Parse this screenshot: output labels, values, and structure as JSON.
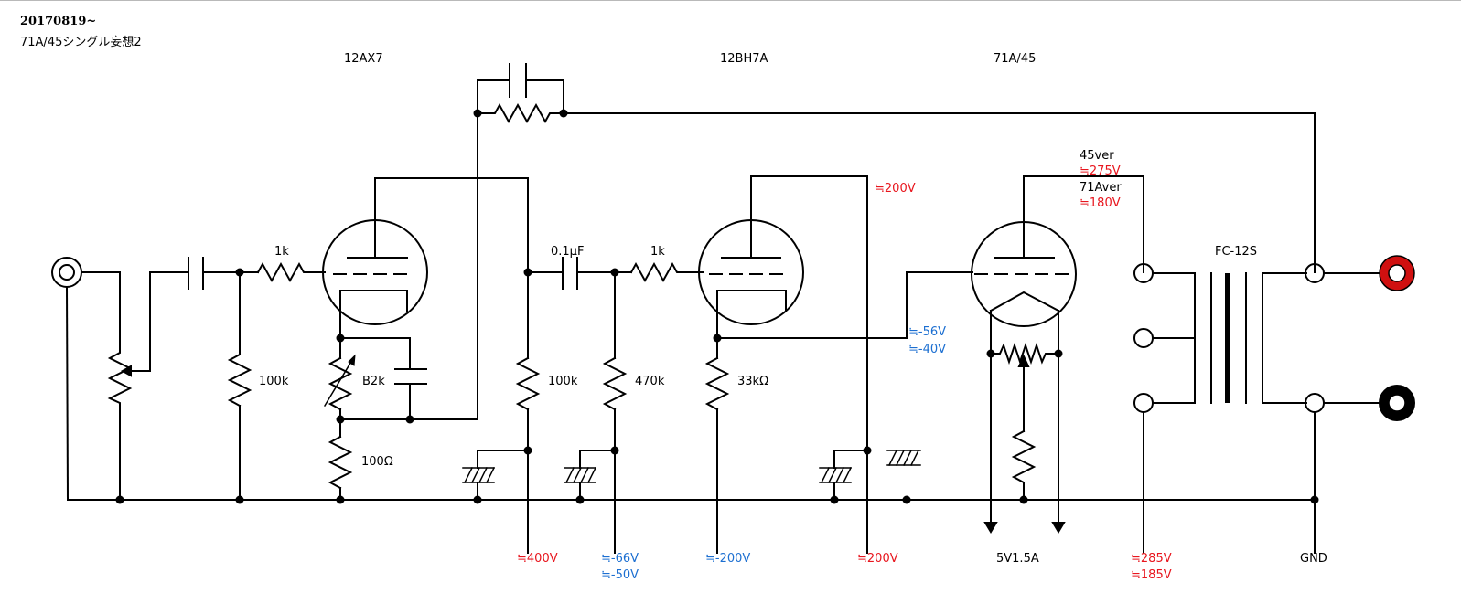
{
  "header": {
    "date": "20170819~",
    "title": "71A/45シングル妄想2"
  },
  "tubes": {
    "v1": "12AX7",
    "v2": "12BH7A",
    "v3": "71A/45"
  },
  "components": {
    "r_grid1": "1k",
    "r_in": "100k",
    "vr_bias": "B2k",
    "r_k1": "100Ω",
    "r_load1": "100k",
    "c_couple": "0.1μF",
    "r_grid2": "1k",
    "r_grid_leak": "470k",
    "r_k2": "33kΩ",
    "transformer": "FC-12S"
  },
  "annotations": {
    "ver45": "45ver",
    "v45_plate": "≒275V",
    "ver71a": "71Aver",
    "v71a_plate": "≒180V",
    "v2_plate": "≒200V",
    "grid_bias_1": "≒-56V",
    "grid_bias_2": "≒-40V"
  },
  "supply_labels": {
    "b_400": "≒400V",
    "bias_66": "≒-66V",
    "bias_50": "≒-50V",
    "neg_200": "≒-200V",
    "pos_200": "≒200V",
    "heater": "5V1.5A",
    "b_285": "≒285V",
    "b_185": "≒185V",
    "gnd": "GND"
  },
  "colors": {
    "line": "#000000",
    "voltage_positive": "#e8161e",
    "voltage_negative": "#1c6fd1",
    "output_terminal": "#d01010"
  }
}
